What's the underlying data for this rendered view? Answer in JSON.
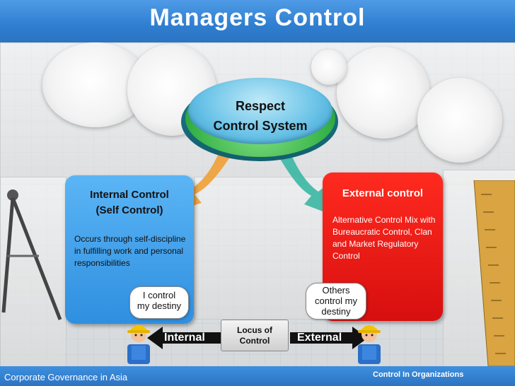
{
  "slide": {
    "title": "Managers Control",
    "footer_left": "Corporate Governance in Asia",
    "footer_right": "Control In Organizations"
  },
  "center": {
    "line1": "Respect",
    "line2": "Control System"
  },
  "internal": {
    "title_line1": "Internal Control",
    "title_line2": "(Self Control)",
    "body": "Occurs through self-discipline in fulfilling work and personal responsibilities",
    "bubble_line1": "I control",
    "bubble_line2": "my destiny"
  },
  "external": {
    "title": "External control",
    "body": "Alternative Control Mix with Bureaucratic Control, Clan and Market Regulatory Control",
    "bubble_line1": "Others",
    "bubble_line2": "control my",
    "bubble_line3": "destiny"
  },
  "locus": {
    "line1": "Locus of",
    "line2": "Control",
    "arrow_left": "Internal",
    "arrow_right": "External"
  },
  "colors": {
    "title_bar": "#2f7ed0",
    "internal_box": "#3d9fe8",
    "external_box": "#e8140f",
    "center_ellipse": "#6cc4e8",
    "center_ring": "#39b54a",
    "arrow_left": "#f0a035",
    "arrow_right": "#3bb7a3"
  },
  "icons": [
    "worker-left-icon",
    "worker-right-icon",
    "compass-icon",
    "ruler-icon"
  ]
}
